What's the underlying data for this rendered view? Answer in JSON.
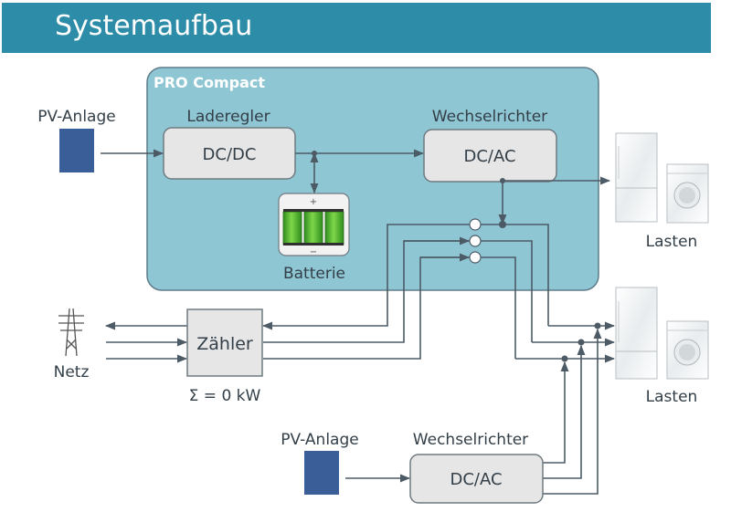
{
  "header": {
    "title": "Systemaufbau"
  },
  "compact": {
    "title": "PRO Compact",
    "charge_controller": {
      "label": "Laderegler",
      "box": "DC/DC"
    },
    "inverter": {
      "label": "Wechselrichter",
      "box": "DC/AC"
    },
    "battery": {
      "label": "Batterie",
      "plus": "+",
      "minus": "−"
    }
  },
  "pv_top": {
    "label": "PV-Anlage"
  },
  "loads_top": {
    "label": "Lasten"
  },
  "meter": {
    "label": "Zähler",
    "sum": "Σ = 0 kW"
  },
  "grid": {
    "label": "Netz"
  },
  "loads_bottom": {
    "label": "Lasten"
  },
  "pv_bottom": {
    "label": "PV-Anlage"
  },
  "inverter_bottom": {
    "label": "Wechselrichter",
    "box": "DC/AC"
  },
  "colors": {
    "header": "#2d8ca7",
    "compact_box": "#8fc6d3",
    "pv_panel": "#3a5f98",
    "battery_green": "#4fbb2e",
    "line": "#4d5b66"
  }
}
